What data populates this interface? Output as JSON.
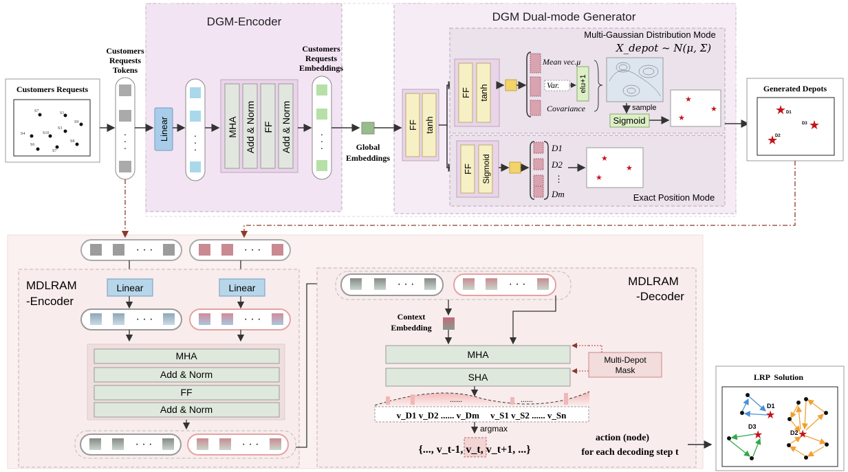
{
  "encoder": {
    "title": "DGM-Encoder"
  },
  "generator": {
    "title": "DGM Dual-mode Generator"
  },
  "input": {
    "title": "Customers Requests",
    "points": [
      "S7",
      "S1",
      "S4",
      "S3",
      "S10",
      "S9",
      "S6",
      "S5",
      "S8",
      "S7"
    ]
  },
  "tokens": {
    "label1": "Customers",
    "label2": "Requests",
    "label3": "Tokens"
  },
  "embeddings": {
    "label1": "Customers",
    "label2": "Requests",
    "label3": "Embeddings"
  },
  "global": {
    "label1": "Global",
    "label2": "Embeddings"
  },
  "blocks": {
    "linear": "Linear",
    "mha": "MHA",
    "add_norm": "Add & Norm",
    "ff": "FF",
    "tanh": "tanh",
    "sigmoid": "Sigmoid",
    "elu": "elu+1"
  },
  "gaussian": {
    "title": "Multi-Gaussian Distribution Mode",
    "formula": "X_depot ~ N(μ, Σ)",
    "mean": "Mean vec.μ",
    "var": "Var.",
    "cov": "Covariance",
    "sample": "sample",
    "sigmoid": "Sigmoid"
  },
  "exact": {
    "title": "Exact Position Mode",
    "d1": "D1",
    "d2": "D2",
    "dm": "Dm",
    "dots": "⋮"
  },
  "generated": {
    "title": "Generated Depots",
    "d1": "D1",
    "d2": "D2",
    "d3": "D3"
  },
  "mdlram_enc": {
    "title1": "MDLRAM",
    "title2": "-Encoder",
    "linear": "Linear",
    "mha": "MHA",
    "add_norm1": "Add & Norm",
    "ff": "FF",
    "add_norm2": "Add & Norm"
  },
  "mdlram_dec": {
    "title1": "MDLRAM",
    "title2": "-Decoder",
    "context1": "Context",
    "context2": "Embedding",
    "mha": "MHA",
    "sha": "SHA",
    "mask1": "Multi-Depot",
    "mask2": "Mask",
    "argmax": "argmax",
    "vector_row": "v_D1 v_D2 ...... v_Dm     v_S1 v_S2 ...... v_Sn",
    "sequence": "{..., v_t-1, v_t, v_t+1, ...}",
    "action1": "action (node)",
    "action2": "for each decoding step t"
  },
  "solution": {
    "title": "LRP  Solution",
    "d1": "D1",
    "d2": "D2",
    "d3": "D3"
  },
  "colors": {
    "encoder_bg": "#f2e6f2",
    "generator_bg": "#f5edf5",
    "lower_bg": "#fbf2f2",
    "linear_blue": "#a9cde8",
    "yellow": "#f6f0c4",
    "green_block": "#dfe8dc",
    "pink": "#d9a3b0",
    "star": "#c3141b"
  }
}
